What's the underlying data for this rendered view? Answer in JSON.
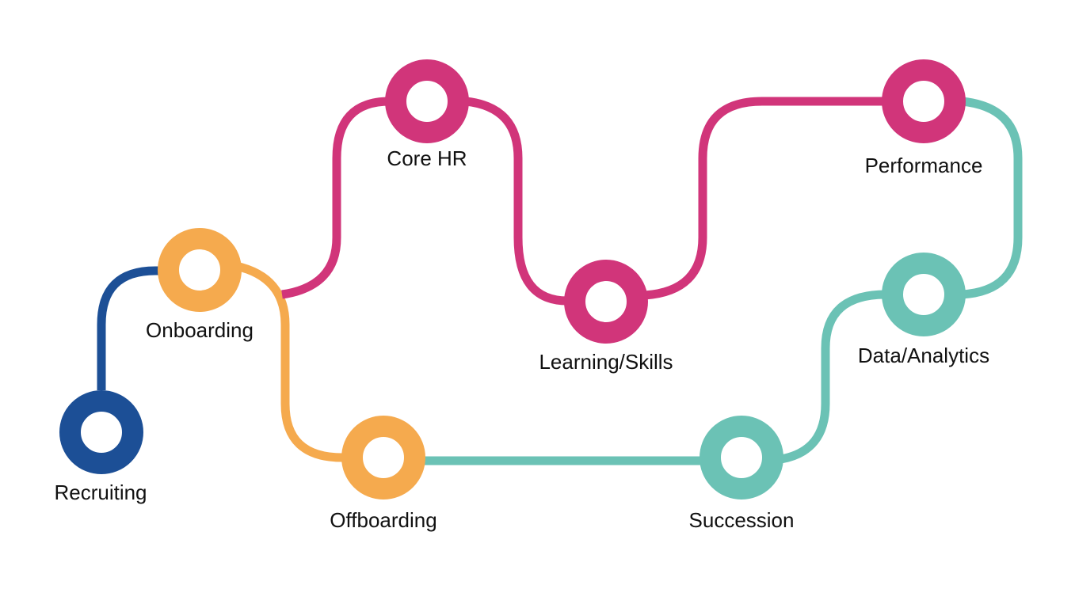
{
  "colors": {
    "recruiting": "#1c4f96",
    "onboarding": "#f5aa4e",
    "core": "#d1357a",
    "analytics": "#6bc2b5",
    "background": "#ffffff",
    "text": "#111111"
  },
  "stages": [
    {
      "id": "recruiting",
      "label": "Recruiting",
      "color": "recruiting"
    },
    {
      "id": "onboarding",
      "label": "Onboarding",
      "color": "onboarding"
    },
    {
      "id": "core-hr",
      "label": "Core HR",
      "color": "core"
    },
    {
      "id": "learning-skills",
      "label": "Learning/Skills",
      "color": "core"
    },
    {
      "id": "performance",
      "label": "Performance",
      "color": "core"
    },
    {
      "id": "data-analytics",
      "label": "Data/Analytics",
      "color": "analytics"
    },
    {
      "id": "succession",
      "label": "Succession",
      "color": "analytics"
    },
    {
      "id": "offboarding",
      "label": "Offboarding",
      "color": "onboarding"
    }
  ]
}
